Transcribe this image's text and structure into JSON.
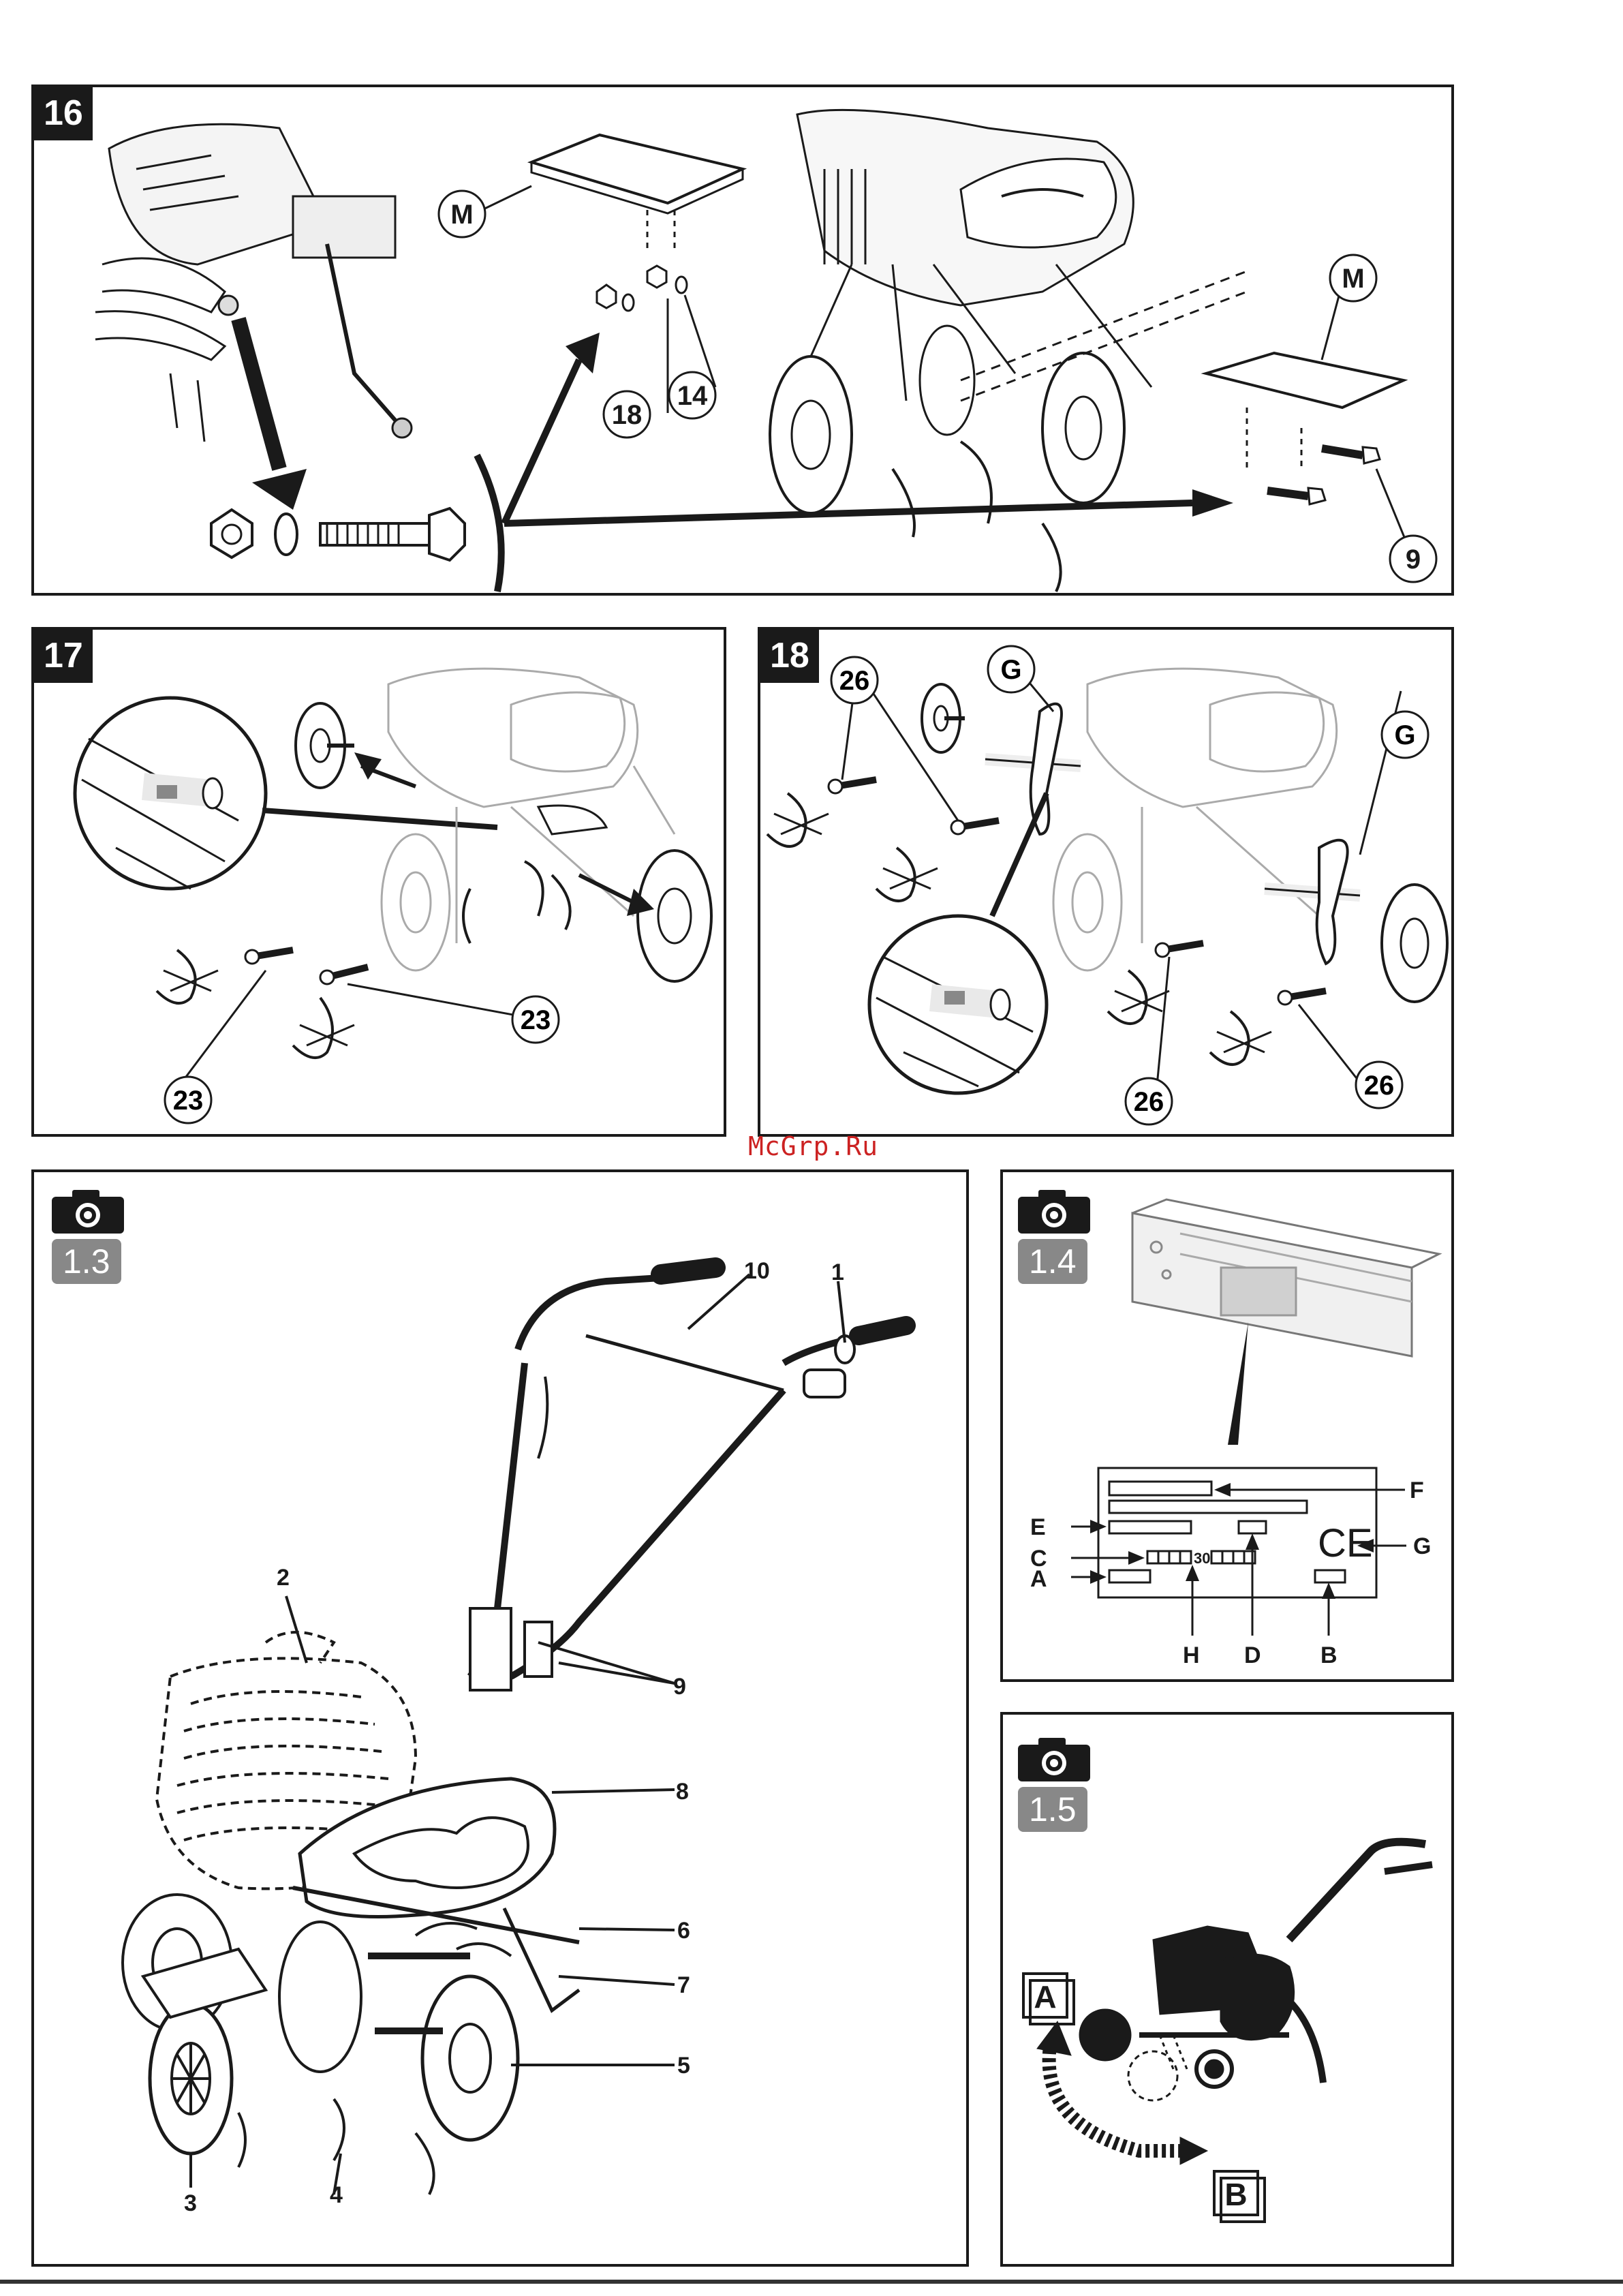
{
  "watermark": "McGrp.Ru",
  "fig16": {
    "number": "16",
    "callouts": {
      "m_top": "M",
      "m_right": "M",
      "n18": "18",
      "n14": "14",
      "n9": "9"
    }
  },
  "fig17": {
    "number": "17",
    "callouts": {
      "n23a": "23",
      "n23b": "23"
    }
  },
  "fig18": {
    "number": "18",
    "callouts": {
      "n26a": "26",
      "g_top": "G",
      "g_right": "G",
      "n26b": "26",
      "n26c": "26"
    }
  },
  "fig13": {
    "tag": "1.3",
    "labels": {
      "l10": "10",
      "l1": "1",
      "l2": "2",
      "l9": "9",
      "l8": "8",
      "l6": "6",
      "l7": "7",
      "l5": "5",
      "l3": "3",
      "l4": "4"
    }
  },
  "fig14": {
    "tag": "1.4",
    "serial_fragment": "30",
    "labels": {
      "f": "F",
      "e": "E",
      "c": "C",
      "a": "A",
      "g": "G",
      "h": "H",
      "d": "D",
      "b": "B",
      "ce": "CE"
    }
  },
  "fig15": {
    "tag": "1.5",
    "labels": {
      "a": "A",
      "b": "B"
    }
  },
  "colors": {
    "ink": "#1a1a1a",
    "tag_grey": "#888888",
    "watermark": "#cc2222"
  }
}
